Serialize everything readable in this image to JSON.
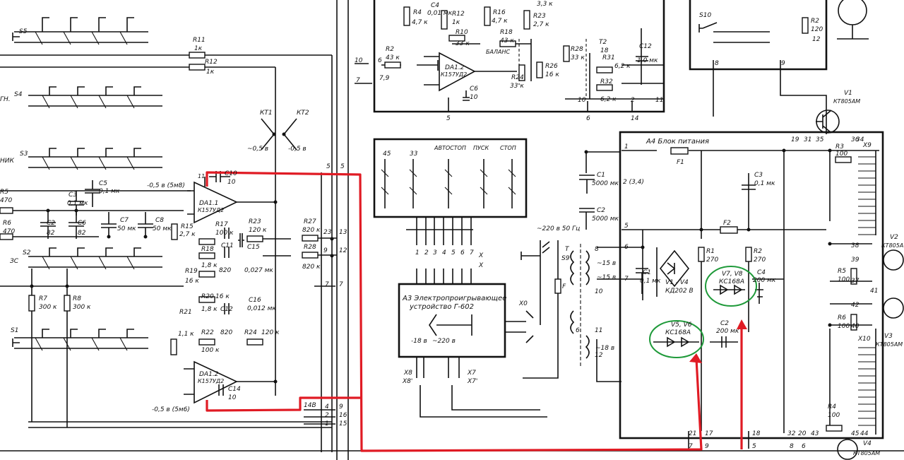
{
  "labels": {
    "S5": "S5",
    "S4": "S4",
    "S3": "S3",
    "S2": "S2",
    "S1": "S1",
    "gn": "ГН.",
    "nik": "НИК",
    "zs": "ЗС",
    "R11": "R11",
    "R11v": "1к",
    "R12": "R12",
    "R12v": "1к",
    "KT1": "КТ1",
    "KT2": "КТ2",
    "v05a": "~0,5 в",
    "v05b": "-0,5 в",
    "R5": "R5",
    "R5v": "470",
    "R6": "R6",
    "R6v": "470",
    "C2": "C2",
    "C2v": "82",
    "C3": "C3",
    "C3v": "0,1 мк",
    "C5": "C5",
    "C5v": "0,1 мк",
    "C6": "C6",
    "C6v": "82",
    "C7": "C7",
    "C7v": "50 мк",
    "C8": "C8",
    "C8v": "50 мк",
    "R7": "R7",
    "R7v": "300 к",
    "R8": "R8",
    "R8v": "300 к",
    "C10": "C10",
    "C10v": "10",
    "DA11": "DA1.1",
    "DA11t": "К157УД2",
    "m05_5m8": "-0,5 в (5м8)",
    "R15": "R15",
    "R15v": "2,7 к",
    "R17": "R17",
    "R17v": "100 к",
    "R23": "R23",
    "R23v": "120 к",
    "R27": "R27",
    "R27v": "820 к",
    "R28": "R28",
    "R28v": "820 к",
    "R18": "R18",
    "R18v": "1,8 к",
    "C11": "C11",
    "C11v": "820",
    "C15": "C15",
    "C15v": "0,027 мк",
    "R19": "R19",
    "R19v": "16 к",
    "R20": "R20",
    "R20v": "16 к",
    "R21": "R21",
    "R21v": "1,1 к",
    "C12": "C12",
    "C12v": "820",
    "C16": "C16",
    "C16v": "0,012 мк",
    "R22": "R22",
    "R22v": "1,8 к",
    "R22b": "100 к",
    "R24": "R24",
    "R24v": "120 к",
    "DA12": "DA1.2",
    "DA12t": "К157УД2",
    "C14": "C14",
    "C14v": "10",
    "m05_5m6": "-0,5 в (5м6)",
    "n14B": "14В",
    "R4": "R4",
    "R4v": "4,7 к",
    "C4": "C4",
    "C4v": "0,01 мк",
    "R12b": "R12",
    "R12bv": "1к",
    "R16": "R16",
    "R16v": "4,7 к",
    "R23b": "R23",
    "R23bv": "2,7 к",
    "R10": "R10",
    "R10v": "33 к",
    "R18b": "R18",
    "R18bv": "43 к",
    "R2b": "R2",
    "R2bv": "43 к",
    "balans": "БАЛАНС",
    "DA12b": "DA1.2",
    "DA12bt": "К157УД2",
    "C6b": "C6",
    "C6bv": "10",
    "R24b": "R24",
    "R24bv": "33 к",
    "R26": "R26",
    "R26v": "16 к",
    "R28b": "R28",
    "R28bv": "33 к",
    "T2": "T2",
    "T2v": "18",
    "R31": "R31",
    "R31v": "6,2 к",
    "R32": "R32",
    "R32v": "6,2 к",
    "C12b": "C12",
    "C12bv": "1,0 мк",
    "v33": "3,3 к",
    "S10": "S10",
    "R2t": "R2",
    "R2tv": "120",
    "v12": "12",
    "d45": "45",
    "d33": "33",
    "avtostop": "АВТОСТОП",
    "pusk": "ПУСК",
    "stop": "СТОП",
    "A3a": "А3 Электропроигрывающее",
    "A3b": "устройство Г-602",
    "X0": "Х0",
    "m18": "-18 в",
    "m220": "~220 в",
    "X8": "Х8",
    "X8p": "Х8'",
    "X7": "Х7",
    "X7p": "Х7'",
    "v220": "~220 в  50 Гц",
    "S9": "S9",
    "T": "T",
    "F": "F",
    "t15a": "~15 в",
    "t15b": "~15 в",
    "t18": "~18 в",
    "A4": "А4  Блок питания",
    "F1": "F1",
    "F2": "F2",
    "C1": "C1",
    "C1v": "5000 мк",
    "C2p": "C2",
    "C2pv": "5000 мк",
    "n234": "2 (3,4)",
    "C3p": "C3",
    "C3pv": "0,1 мк",
    "C1b": "C1",
    "C1bv": "0,1 мк",
    "V1V4": "V1 - V4",
    "KD202": "КД202 В",
    "R1": "R1",
    "R1v": "270",
    "R2p": "R2",
    "R2pv": "270",
    "V7V8": "V7, V8",
    "KC168a": "КС168А",
    "V5V6": "V5, V6",
    "KC168b": "КС168А",
    "C4p": "C4",
    "C4pv": "200 мк",
    "C2q": "C2",
    "C2qv": "200 мк",
    "V1": "V1",
    "V1t": "КТ805АМ",
    "V2": "V2",
    "V2t": "КТ805А",
    "V3": "V3",
    "V3t": "КТ805АМ",
    "V4": "V4",
    "V4t": "КТ805АМ",
    "R3": "R3",
    "R3v": "100",
    "R5p": "R5",
    "R5pv": "100",
    "R6p": "R6",
    "R6pv": "100",
    "R4p": "R4",
    "R4pv": "100",
    "X9": "Х9",
    "X10": "Х10"
  },
  "highlights": {
    "red_path_color": "#e01b24",
    "green_circle_color": "#1f9a3a"
  }
}
